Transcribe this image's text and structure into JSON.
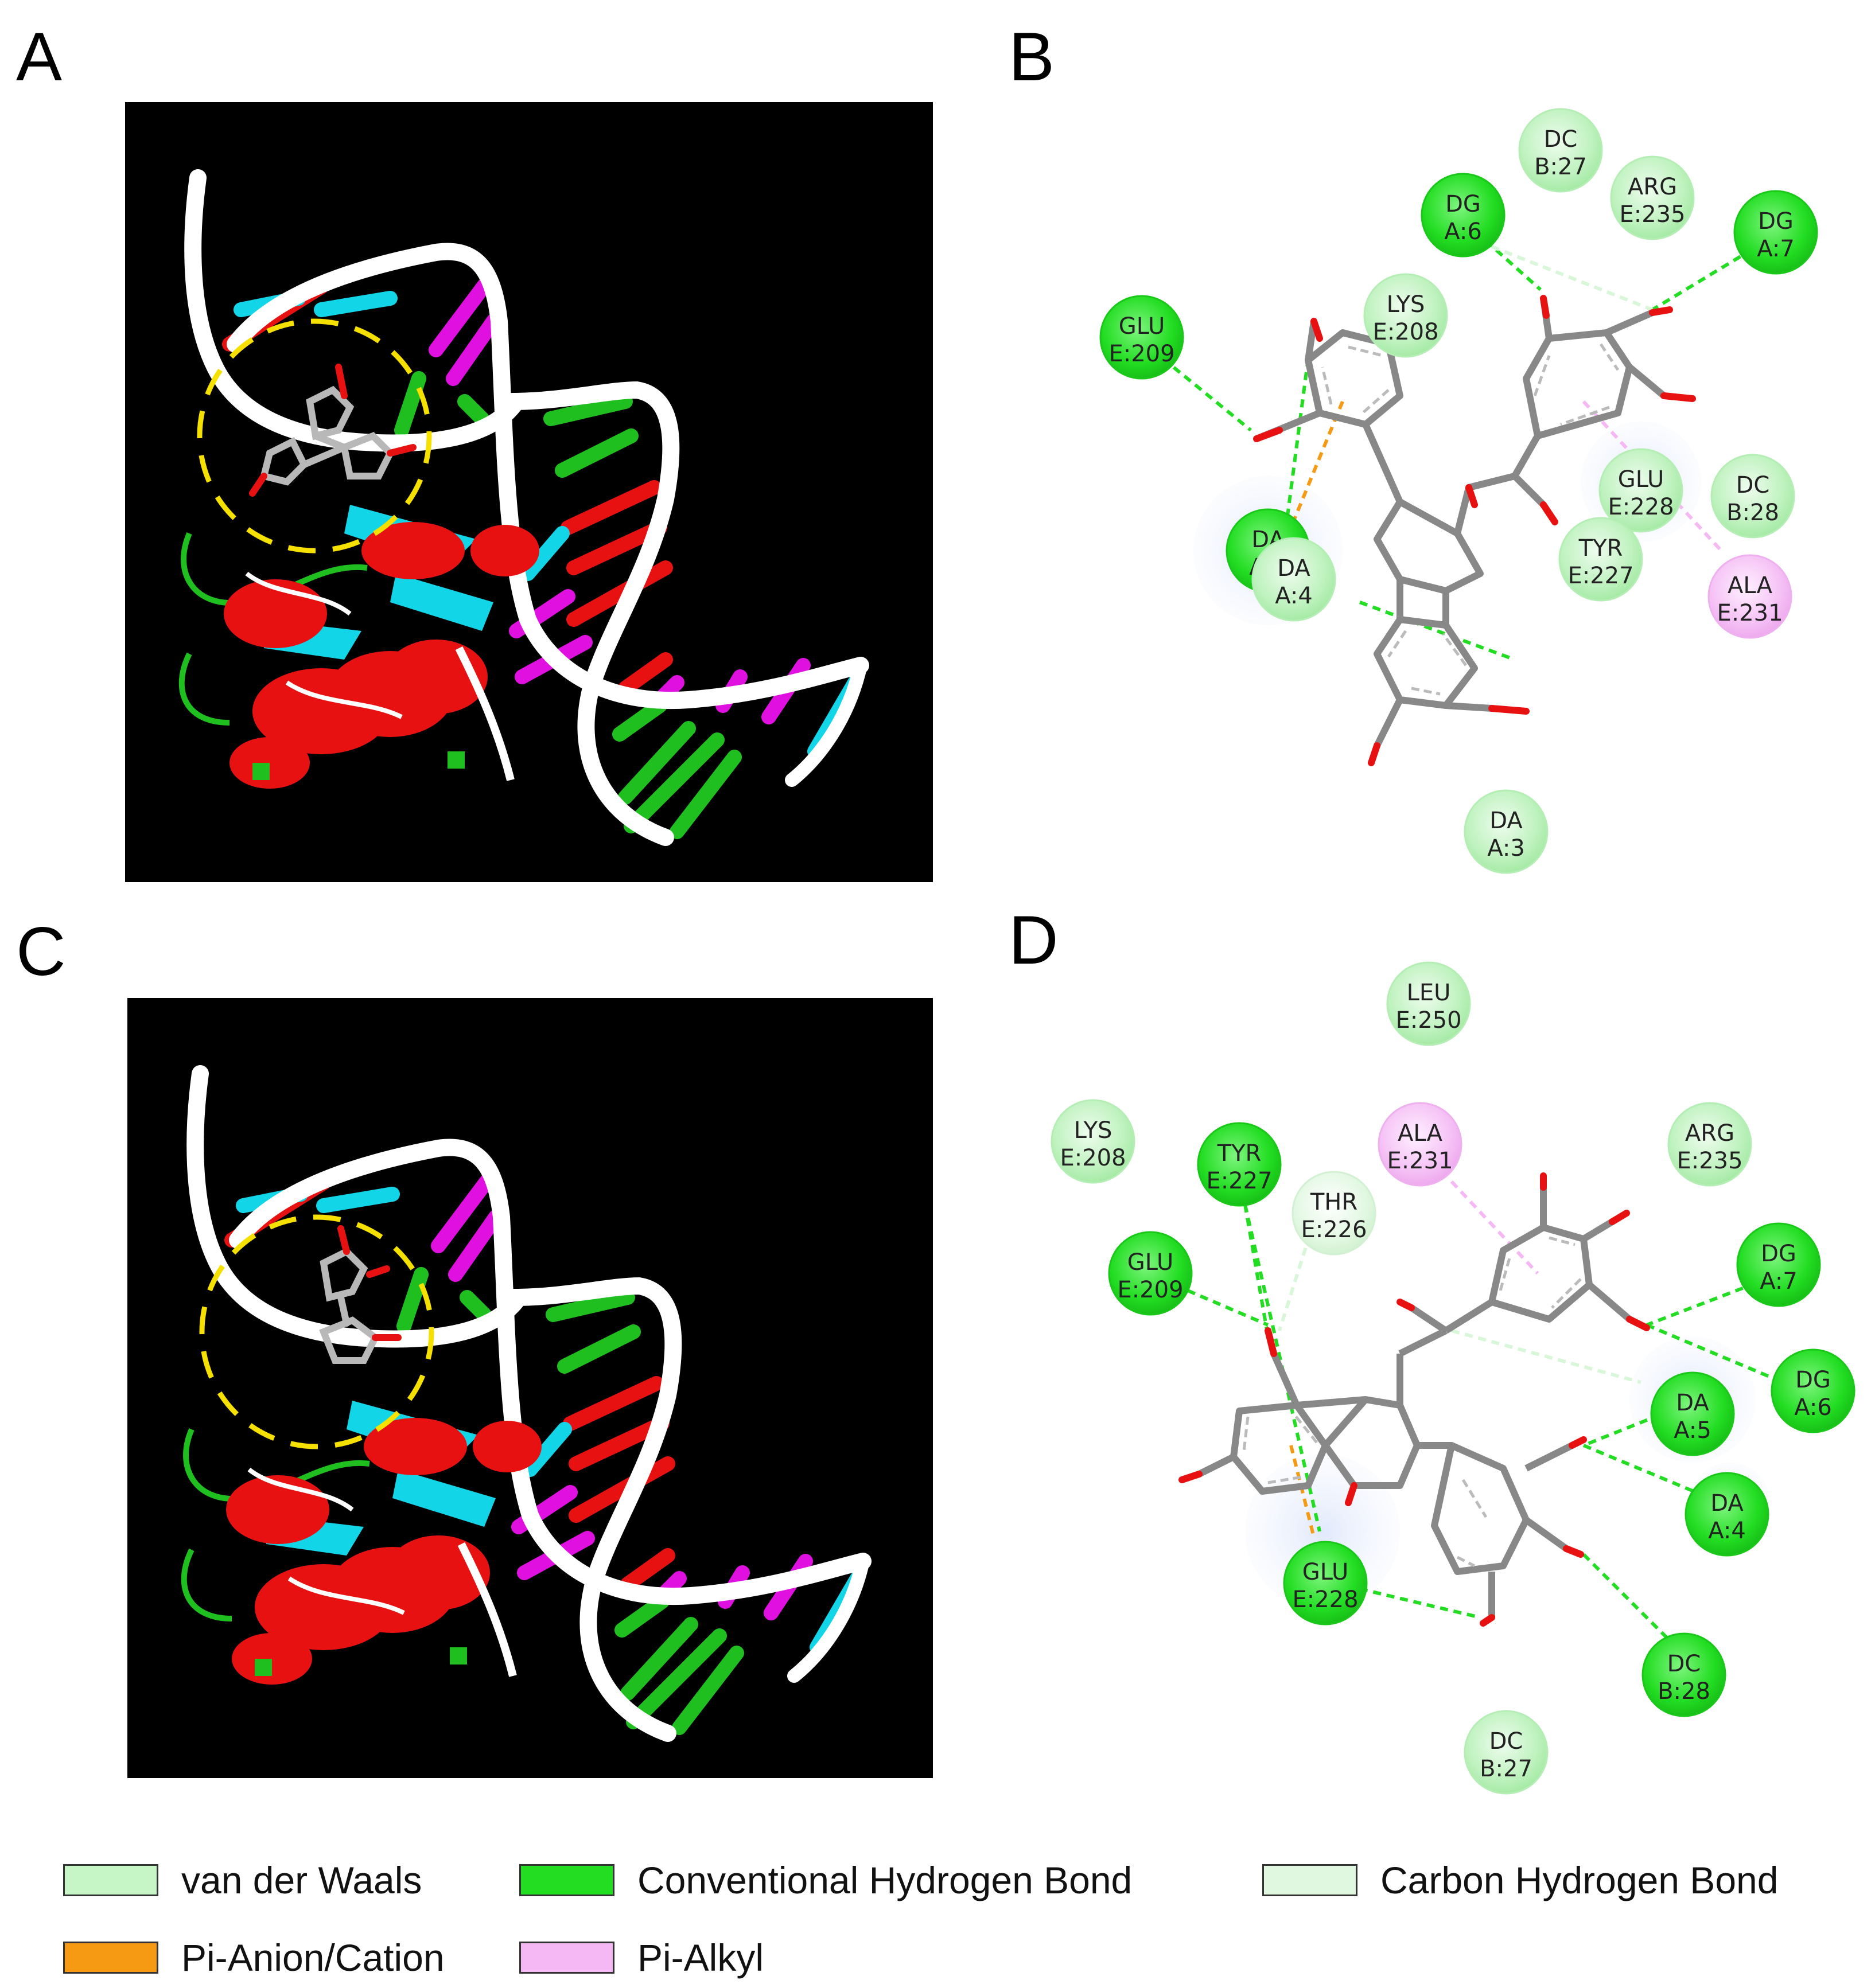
{
  "panels": {
    "a": {
      "label": "A"
    },
    "b": {
      "label": "B"
    },
    "c": {
      "label": "C"
    },
    "d": {
      "label": "D"
    }
  },
  "colors": {
    "vdw": "#c6f5c6",
    "hbond": "#22dd22",
    "chbond": "#e0f8e0",
    "pi_anion": "#f59a12",
    "pi_alkyl": "#f5b8f5",
    "ribbon": "#ffffff",
    "helix": "#e81111",
    "sheet": "#12d6e8",
    "loop": "#1ebf1e"
  },
  "residues_b": [
    {
      "id": "b-dc-b27",
      "l1": "DC",
      "l2": "B:27",
      "type": "vdw"
    },
    {
      "id": "b-arg-e235",
      "l1": "ARG",
      "l2": "E:235",
      "type": "vdw"
    },
    {
      "id": "b-dg-a6",
      "l1": "DG",
      "l2": "A:6",
      "type": "hbond"
    },
    {
      "id": "b-dg-a7",
      "l1": "DG",
      "l2": "A:7",
      "type": "hbond"
    },
    {
      "id": "b-glu-e209",
      "l1": "GLU",
      "l2": "E:209",
      "type": "hbond"
    },
    {
      "id": "b-lys-e208",
      "l1": "LYS",
      "l2": "E:208",
      "type": "vdw"
    },
    {
      "id": "b-glu-e228",
      "l1": "GLU",
      "l2": "E:228",
      "type": "vdw"
    },
    {
      "id": "b-dc-b28",
      "l1": "DC",
      "l2": "B:28",
      "type": "vdw"
    },
    {
      "id": "b-tyr-e227",
      "l1": "TYR",
      "l2": "E:227",
      "type": "vdw"
    },
    {
      "id": "b-ala-e231",
      "l1": "ALA",
      "l2": "E:231",
      "type": "pi_alkyl"
    },
    {
      "id": "b-da-a5",
      "l1": "DA",
      "l2": "A:5",
      "type": "hbond"
    },
    {
      "id": "b-da-a4",
      "l1": "DA",
      "l2": "A:4",
      "type": "vdw"
    },
    {
      "id": "b-da-a3",
      "l1": "DA",
      "l2": "A:3",
      "type": "vdw"
    }
  ],
  "residues_d": [
    {
      "id": "d-leu-e250",
      "l1": "LEU",
      "l2": "E:250",
      "type": "vdw"
    },
    {
      "id": "d-lys-e208",
      "l1": "LYS",
      "l2": "E:208",
      "type": "vdw"
    },
    {
      "id": "d-tyr-e227",
      "l1": "TYR",
      "l2": "E:227",
      "type": "hbond"
    },
    {
      "id": "d-ala-e231",
      "l1": "ALA",
      "l2": "E:231",
      "type": "pi_alkyl"
    },
    {
      "id": "d-arg-e235",
      "l1": "ARG",
      "l2": "E:235",
      "type": "vdw"
    },
    {
      "id": "d-thr-e226",
      "l1": "THR",
      "l2": "E:226",
      "type": "chbond"
    },
    {
      "id": "d-glu-e209",
      "l1": "GLU",
      "l2": "E:209",
      "type": "hbond"
    },
    {
      "id": "d-dg-a7",
      "l1": "DG",
      "l2": "A:7",
      "type": "hbond"
    },
    {
      "id": "d-dg-a6",
      "l1": "DG",
      "l2": "A:6",
      "type": "hbond"
    },
    {
      "id": "d-da-a5",
      "l1": "DA",
      "l2": "A:5",
      "type": "hbond"
    },
    {
      "id": "d-da-a4",
      "l1": "DA",
      "l2": "A:4",
      "type": "hbond"
    },
    {
      "id": "d-glu-e228",
      "l1": "GLU",
      "l2": "E:228",
      "type": "hbond"
    },
    {
      "id": "d-dc-b28",
      "l1": "DC",
      "l2": "B:28",
      "type": "hbond"
    },
    {
      "id": "d-dc-b27",
      "l1": "DC",
      "l2": "B:27",
      "type": "vdw"
    }
  ],
  "legend": [
    {
      "id": "vdw",
      "label": "van der Waals"
    },
    {
      "id": "hbond",
      "label": "Conventional Hydrogen Bond"
    },
    {
      "id": "chbond",
      "label": "Carbon Hydrogen Bond"
    },
    {
      "id": "pi_anion",
      "label": "Pi-Anion/Cation"
    },
    {
      "id": "pi_alkyl",
      "label": "Pi-Alkyl"
    }
  ]
}
